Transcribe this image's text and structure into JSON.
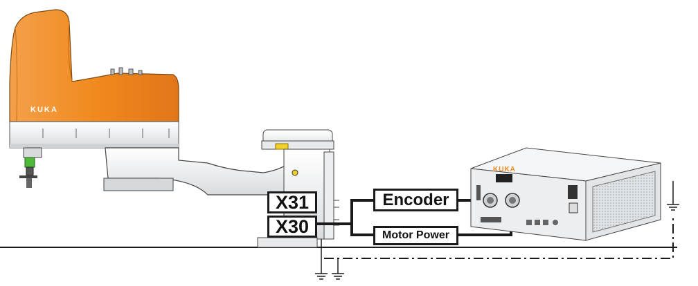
{
  "robot": {
    "brand": "KUKA"
  },
  "controller": {
    "brand": "KUKA"
  },
  "connectors": {
    "x31": "X31",
    "x30": "X30"
  },
  "cables": {
    "encoder": "Encoder",
    "motor_power": "Motor Power"
  },
  "colors": {
    "robot_orange": "#f08a1e",
    "line": "#1a1a1a",
    "controller_body": "#eceeef"
  }
}
